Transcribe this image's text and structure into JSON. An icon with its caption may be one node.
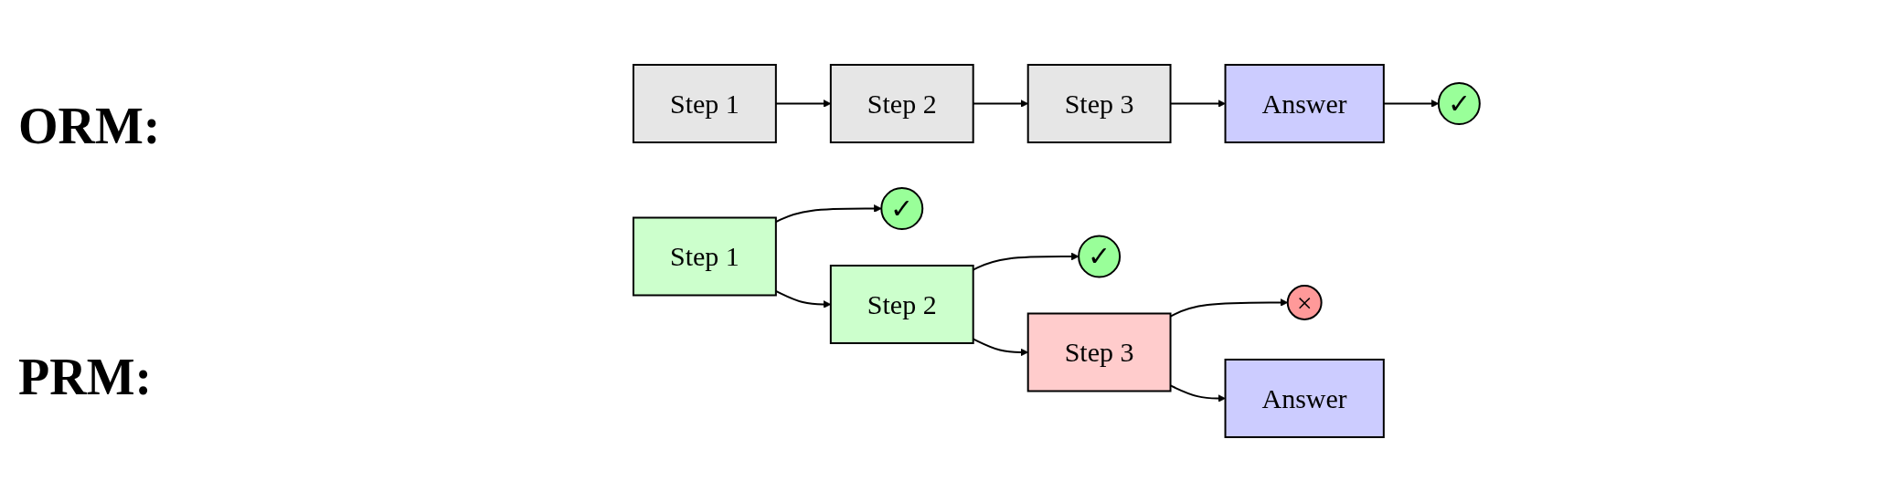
{
  "diagram": {
    "nodes": [
      {
        "text": [
          "Step 1"
        ]
      },
      {
        "text": [
          "Step 2"
        ]
      },
      {
        "text": [
          "Step 3"
        ]
      },
      {
        "text": [
          "Answer"
        ]
      },
      {
        "text": [
          "✓"
        ]
      },
      {
        "text": [
          "✓"
        ]
      },
      {
        "text": [
          "✓"
        ]
      },
      {
        "text": [
          "×"
        ]
      },
      {
        "text": [
          "Step 1"
        ]
      },
      {
        "text": [
          "Step 2"
        ]
      },
      {
        "text": [
          "Step 3"
        ]
      },
      {
        "text": [
          "Answer"
        ]
      }
    ],
    "edges": [
      {
        "from": 0,
        "to": 1,
        "arrow": "to"
      },
      {
        "from": 1,
        "to": 2,
        "arrow": "to"
      },
      {
        "from": 2,
        "to": 3,
        "arrow": "to"
      },
      {
        "from": 3,
        "to": 4,
        "arrow": "to"
      },
      {
        "from": 8,
        "to": 5,
        "arrow": "to"
      },
      {
        "from": 9,
        "to": 6,
        "arrow": "to"
      },
      {
        "from": 10,
        "to": 7,
        "arrow": "to"
      },
      {
        "from": 8,
        "to": 9,
        "arrow": "to"
      },
      {
        "from": 9,
        "to": 10,
        "arrow": "to"
      },
      {
        "from": 10,
        "to": 11,
        "arrow": "to"
      }
    ],
    "labels": [
      "ORM:",
      "PRM:"
    ]
  }
}
